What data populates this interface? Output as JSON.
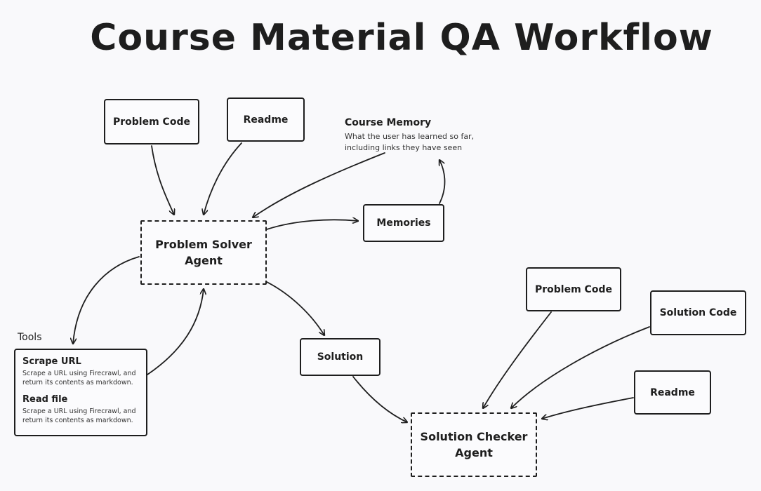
{
  "title": "Course Material QA Workflow",
  "nodes": {
    "problem_code_top": "Problem Code",
    "readme_top": "Readme",
    "problem_solver_agent": "Problem Solver\nAgent",
    "memories": "Memories",
    "solution": "Solution",
    "problem_code_right": "Problem Code",
    "solution_code": "Solution Code",
    "readme_right": "Readme",
    "solution_checker_agent": "Solution Checker\nAgent"
  },
  "course_memory": {
    "heading": "Course Memory",
    "description_line1": "What the user has learned so far,",
    "description_line2": "including links they have seen"
  },
  "tools": {
    "heading": "Tools",
    "items": [
      {
        "name": "Scrape URL",
        "desc_line1": "Scrape a URL using Firecrawl, and",
        "desc_line2": "return its contents as markdown."
      },
      {
        "name": "Read file",
        "desc_line1": "Scrape a URL using Firecrawl, and",
        "desc_line2": "return its contents as markdown."
      }
    ]
  }
}
